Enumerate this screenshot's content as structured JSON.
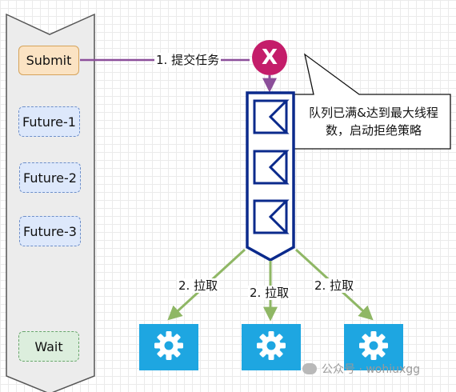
{
  "left_panel": {
    "submit_label": "Submit",
    "futures": [
      "Future-1",
      "Future-2",
      "Future-3"
    ],
    "wait_label": "Wait"
  },
  "flow": {
    "submit_task_label": "1. 提交任务",
    "pull_labels": [
      "2. 拉取",
      "2. 拉取",
      "2. 拉取"
    ]
  },
  "reject": {
    "marker": "X",
    "note": "队列已满&达到最大线程数，启动拒绝策略"
  },
  "queue": {
    "slot_count": 3
  },
  "workers": {
    "count": 3,
    "icon": "gear-icon"
  },
  "watermark": {
    "text": "公众号 · wohiuxgg"
  },
  "colors": {
    "submit_fill": "#fbe3c3",
    "future_fill": "#dde8fb",
    "wait_fill": "#dceedd",
    "queue_blue": "#0b2a8c",
    "reject_magenta": "#c41d6a",
    "arrow_purple": "#8c4f9a",
    "pull_arrow_green": "#8fb765",
    "worker_blue": "#1ea6e1"
  }
}
